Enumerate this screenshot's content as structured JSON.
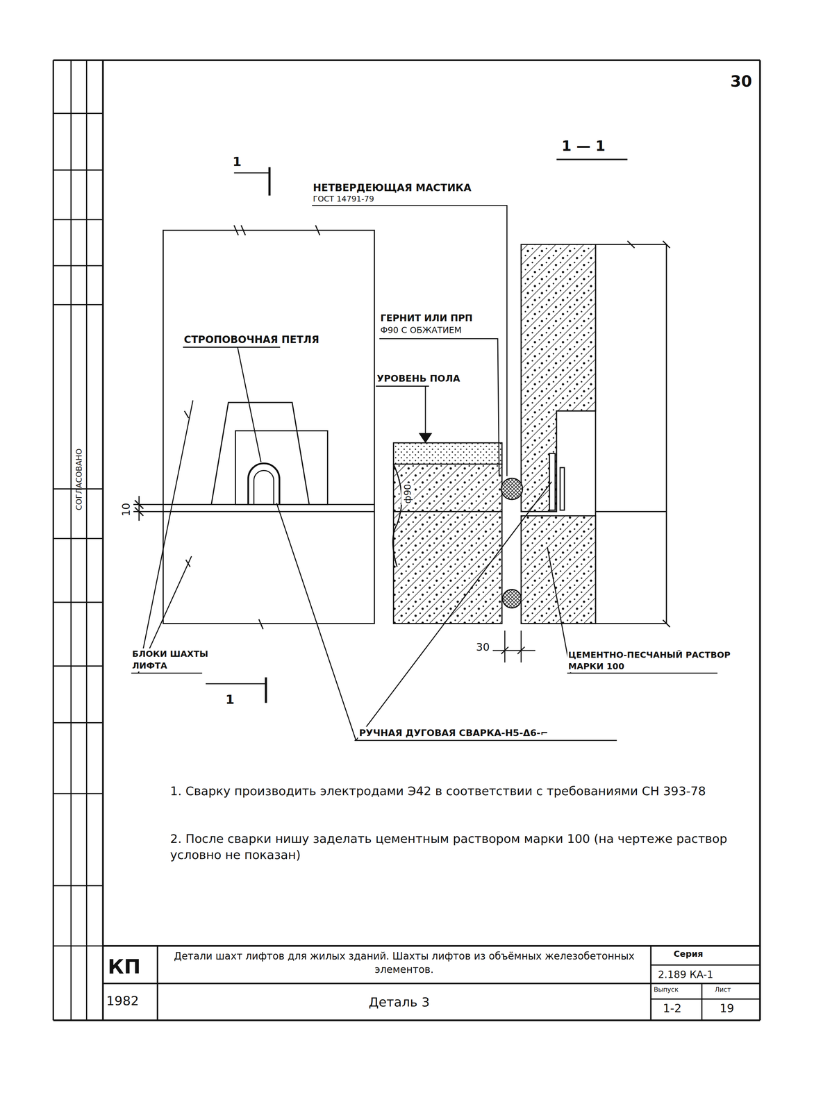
{
  "diagram": {
    "labels": [
      "30",
      "1 — 1",
      "1",
      "НЕТВЕРДЕЮЩАЯ МАСТИКА",
      "ГОСТ 14791-79",
      "ГЕРНИТ ИЛИ ПРП",
      "Ф90 С ОБЖАТИЕМ",
      "СТРОПОВОЧНАЯ ПЕТЛЯ",
      "УРОВЕНЬ ПОЛА",
      "10",
      "ф90",
      "БЛОКИ ШАХТЫ ЛИФТА",
      "1",
      "30",
      "ЦЕМЕНТНО-ПЕСЧАНЫЙ РАСТВОР МАРКИ 100",
      "РУЧНАЯ ДУГОВАЯ СВАРКА-Н5-Δ6-⌐",
      "1. Сварку производить электродами Э42 в соответствии с требованиями СН 393-78",
      "2. После сварки нишу заделать цементным раствором марки 100 (на чертеже раствор условно не показан)",
      "КП",
      "Детали шахт лифтов для жилых зданий. Шахты лифтов из объёмных железобетонных элементов.",
      "Серия",
      "2.189 КА-1",
      "1982",
      "Деталь 3",
      "Выпуск",
      "Лист",
      "1-2",
      "19",
      "СОГЛАСОВАНО"
    ]
  }
}
